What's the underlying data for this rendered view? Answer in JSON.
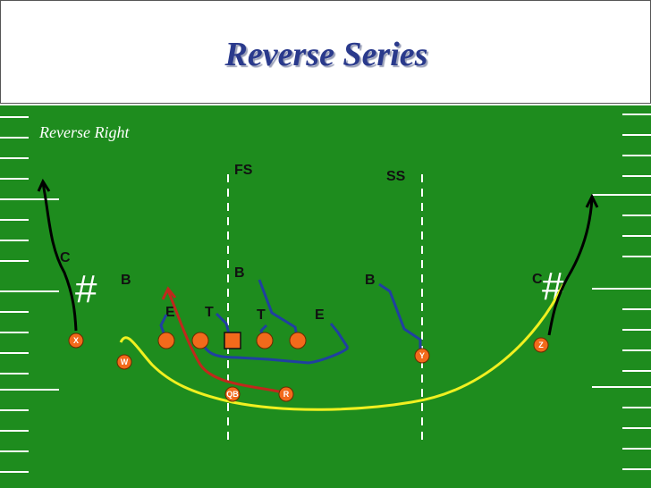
{
  "title": "Reverse Series",
  "play_name": "Reverse Right",
  "hash_symbol": "#",
  "colors": {
    "field": "#1e8c1e",
    "player": "#f26a1b",
    "route_blue": "#2040a0",
    "route_yellow": "#f0f020",
    "route_red": "#c0281c",
    "route_black": "#000000",
    "title": "#2a3a8c"
  },
  "defense": {
    "fs": "FS",
    "ss": "SS",
    "c_left": "C",
    "c_right": "C",
    "b_left": "B",
    "b_mid": "B",
    "b_right": "B",
    "e_left": "E",
    "t_left": "T",
    "t_right": "T",
    "e_right": "E"
  },
  "offense": {
    "x": "X",
    "w": "W",
    "qb": "QB",
    "r": "R",
    "y": "Y",
    "z": "Z"
  }
}
